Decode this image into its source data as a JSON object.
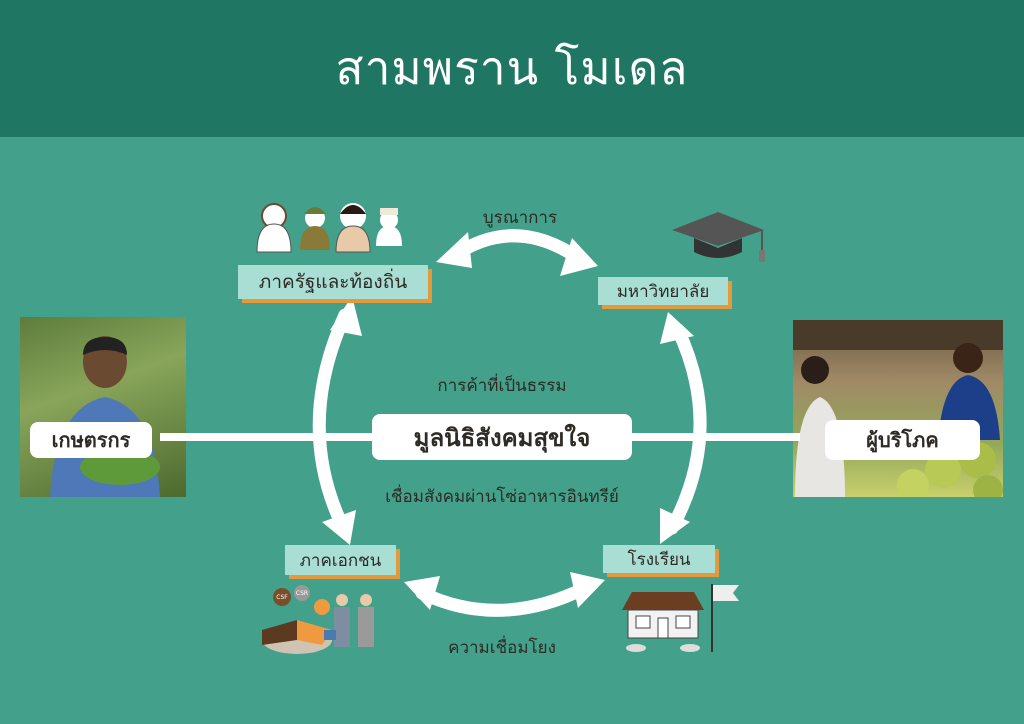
{
  "header": {
    "title": "สามพราน โมเดล"
  },
  "center": {
    "foundation": "มูลนิธิสังคมสุขใจ",
    "fair_trade": "การค้าที่เป็นธรรม",
    "organic_chain": "เชื่อมสังคมผ่านโซ่อาหารอินทรีย์"
  },
  "ends": {
    "farmer": "เกษตรกร",
    "consumer": "ผู้บริโภค"
  },
  "nodes": {
    "government": "ภาครัฐและท้องถิ่น",
    "university": "มหาวิทยาลัย",
    "private": "ภาคเอกชน",
    "school": "โรงเรียน"
  },
  "links": {
    "integration": "บูรณาการ",
    "connection": "ความเชื่อมโยง"
  },
  "pie_labels": [
    "CSF",
    "CSR"
  ],
  "colors": {
    "header": "#1f7763",
    "background": "#43a08a",
    "tag": "#a9ded4",
    "tag_shadow": "#e49a3c"
  }
}
